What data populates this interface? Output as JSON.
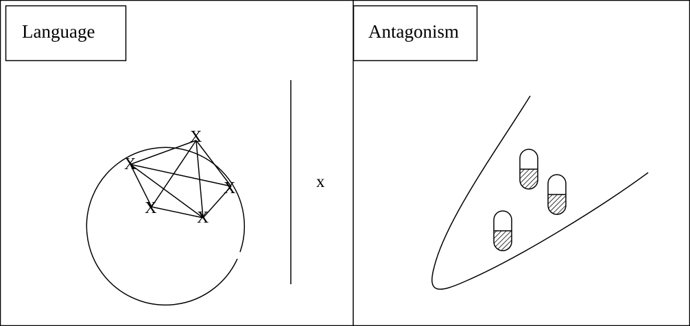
{
  "panels": [
    {
      "title": "Language"
    },
    {
      "title": "Antagonism"
    }
  ],
  "language_diagram": {
    "node_label": "X",
    "outside_label": "x"
  },
  "antagonism_diagram": {
    "capsule_count": 3,
    "capsule_fill": "hatched"
  },
  "colors": {
    "line": "#000000",
    "background": "#ffffff"
  }
}
